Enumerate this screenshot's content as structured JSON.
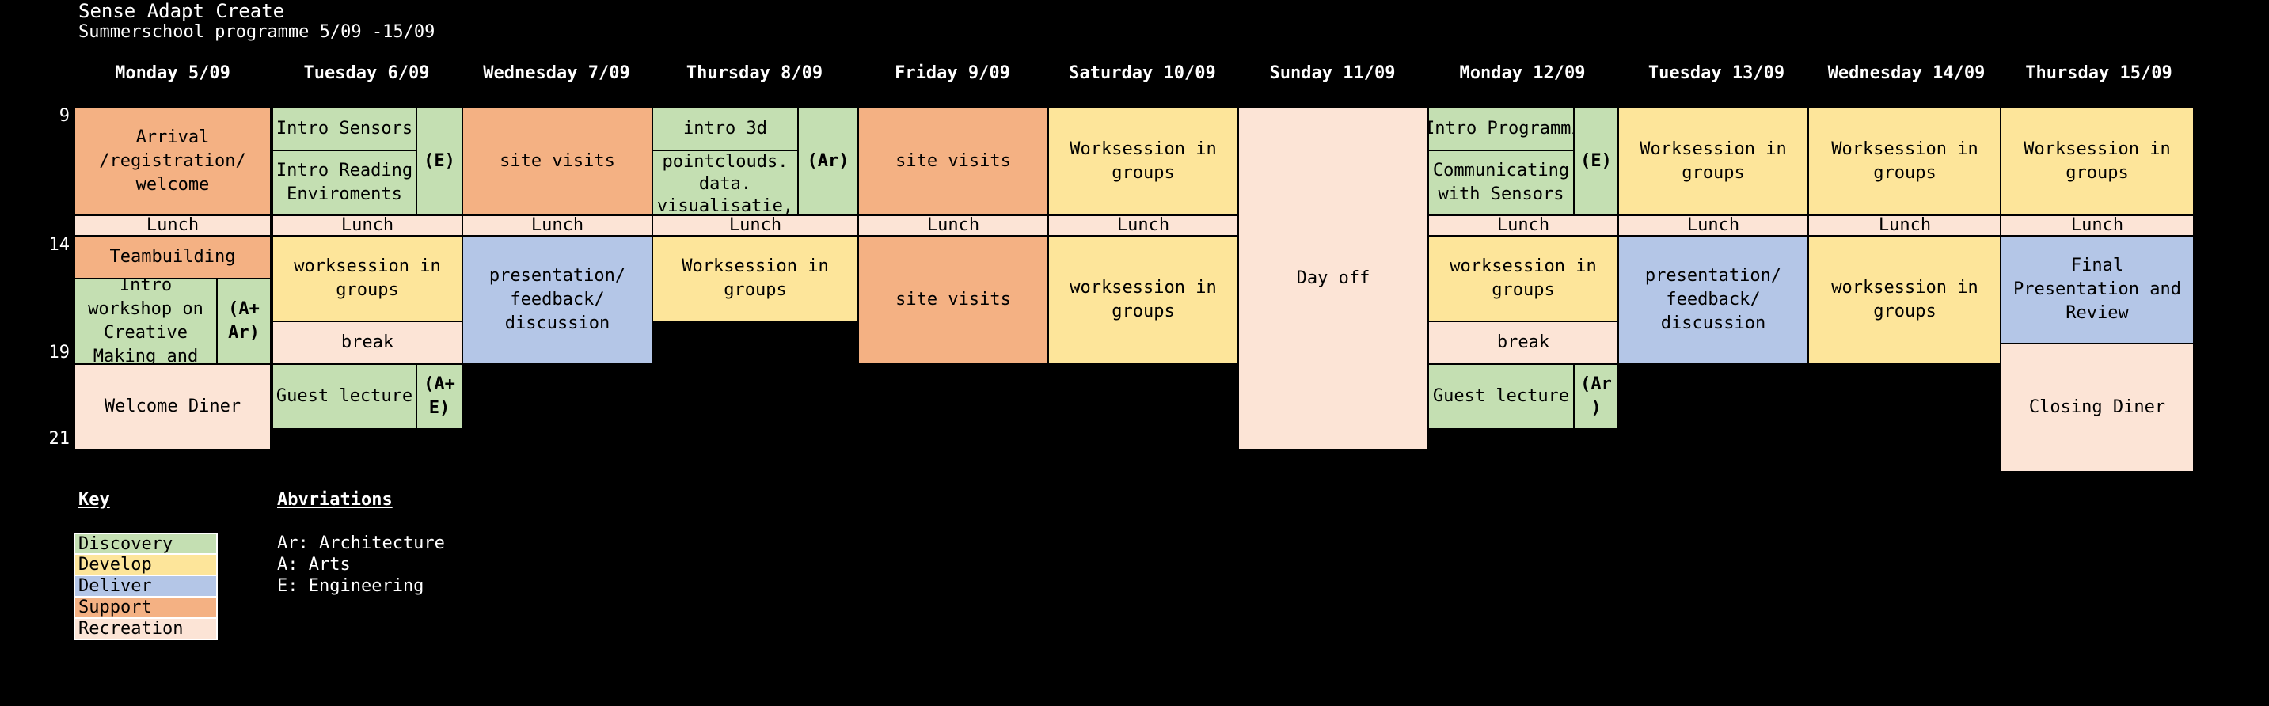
{
  "header": {
    "title": "Sense Adapt Create",
    "subtitle": "Summerschool programme 5/09 -15/09"
  },
  "days": [
    "Monday 5/09",
    "Tuesday 6/09",
    "Wednesday 7/09",
    "Thursday 8/09",
    "Friday 9/09",
    "Saturday 10/09",
    "Sunday 11/09",
    "Monday 12/09",
    "Tuesday 13/09",
    "Wednesday 14/09",
    "Thursday 15/09"
  ],
  "hours": [
    "9",
    "14",
    "19",
    "21"
  ],
  "colors": {
    "discovery": "#c4dfb2",
    "develop": "#fde59a",
    "deliver": "#b4c6e7",
    "support": "#f4b183",
    "recreation": "#fce4d6"
  },
  "schedule": {
    "mon5": {
      "arrival": "Arrival /registration/ welcome",
      "lunch": "Lunch",
      "teambuilding": "Teambuilding",
      "intro_workshop": "Intro workshop on Creative Making and",
      "intro_workshop_tag": "(A+ Ar)",
      "dinner": "Welcome Diner"
    },
    "tue6": {
      "intro_sensors": "Intro Sensors",
      "intro_reading": "Intro Reading Enviroments",
      "morning_tag": "(E)",
      "lunch": "Lunch",
      "worksession": "worksession in groups",
      "break": "break",
      "guest": "Guest lecture",
      "guest_tag": "(A+ E)"
    },
    "wed7": {
      "site_visits": "site visits",
      "lunch": "Lunch",
      "presentation": "presentation/ feedback/ discussion"
    },
    "thu8": {
      "intro3d": "intro 3d",
      "pointclouds": "pointclouds. data. visualisatie,",
      "morning_tag": "(Ar)",
      "lunch": "Lunch",
      "worksession": "Worksession in groups"
    },
    "fri9": {
      "site_visits_am": "site visits",
      "lunch": "Lunch",
      "site_visits_pm": "site visits"
    },
    "sat10": {
      "worksession_am": "Worksession in groups",
      "lunch": "Lunch",
      "worksession_pm": "worksession in groups"
    },
    "sun11": {
      "dayoff": "Day off"
    },
    "mon12": {
      "intro_programming": "Intro Programming",
      "communicating": "Communicating with Sensors",
      "morning_tag": "(E)",
      "lunch": "Lunch",
      "worksession": "worksession in groups",
      "break": "break",
      "guest": "Guest lecture",
      "guest_tag": "(Ar )"
    },
    "tue13": {
      "worksession": "Worksession in groups",
      "lunch": "Lunch",
      "presentation": "presentation/ feedback/ discussion"
    },
    "wed14": {
      "worksession_am": "Worksession in groups",
      "lunch": "Lunch",
      "worksession_pm": "worksession in groups"
    },
    "thu15": {
      "worksession": "Worksession in groups",
      "lunch": "Lunch",
      "final": "Final Presentation and Review",
      "dinner": "Closing Diner"
    }
  },
  "key": {
    "heading": "Key",
    "items": [
      "Discovery",
      "Develop",
      "Deliver",
      "Support",
      "Recreation"
    ]
  },
  "abbreviations": {
    "heading": "Abvriations",
    "items": [
      "Ar: Architecture",
      "A: Arts",
      "E: Engineering"
    ]
  }
}
